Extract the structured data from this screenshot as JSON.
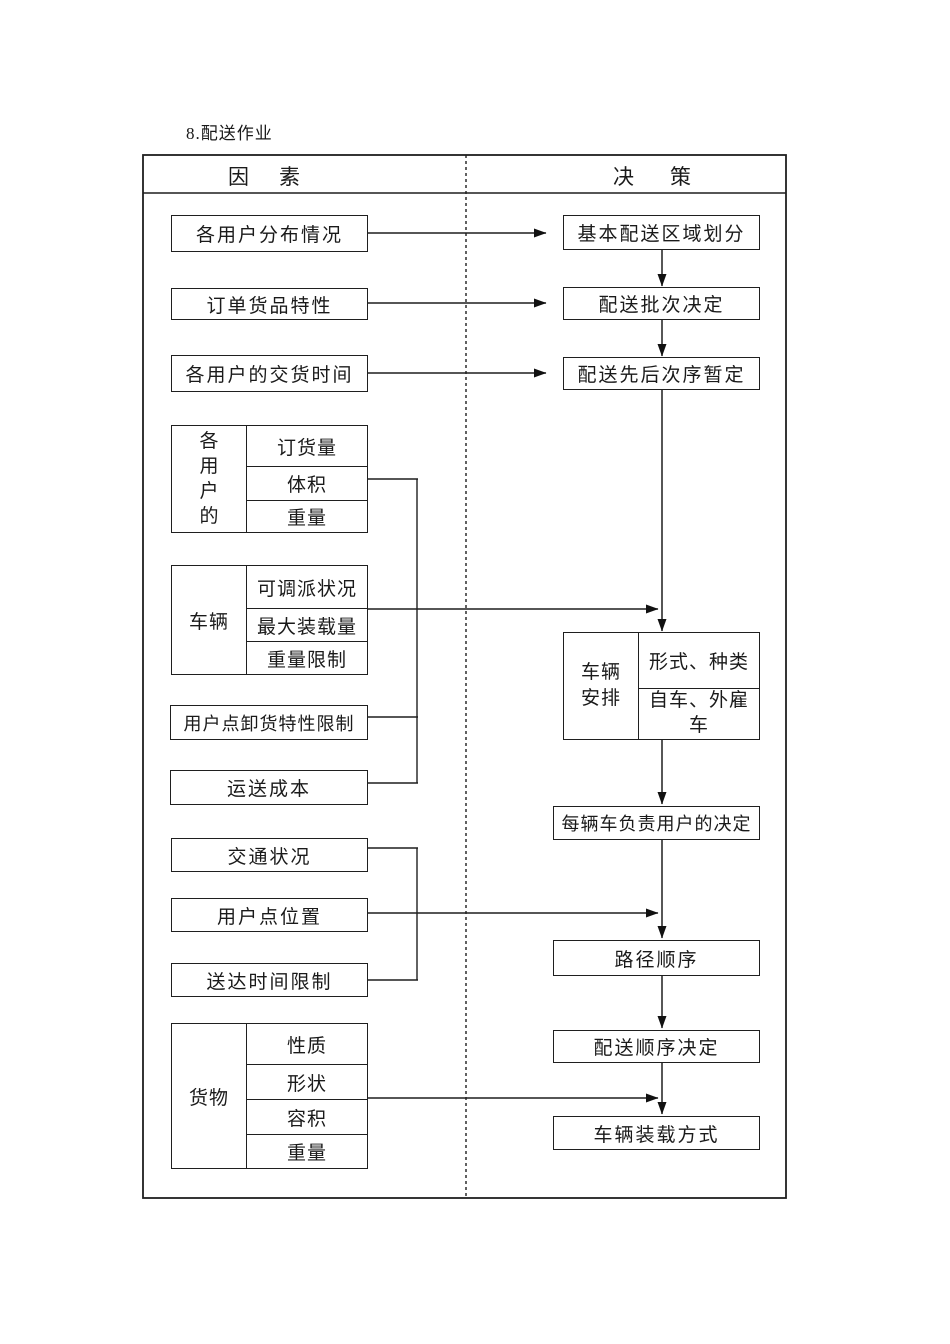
{
  "page": {
    "title": "8.配送作业"
  },
  "header": {
    "factors_label": "因素",
    "decisions_label": "决策"
  },
  "colors": {
    "line": "#1f1f1f",
    "background": "#ffffff"
  },
  "factors": {
    "user_distribution": "各用户分布情况",
    "order_goods_traits": "订单货品特性",
    "user_delivery_times": "各用户的交货时间",
    "per_user_group": {
      "label": "各用户的",
      "rows": [
        "订货量",
        "体积",
        "重量"
      ]
    },
    "vehicle_group": {
      "label": "车辆",
      "rows": [
        "可调派状况",
        "最大装载量",
        "重量限制"
      ]
    },
    "unloading_trait_limit": "用户点卸货特性限制",
    "transport_cost": "运送成本",
    "traffic_condition": "交通状况",
    "user_point_location": "用户点位置",
    "arrival_time_limit": "送达时间限制",
    "goods_group": {
      "label": "货物",
      "rows": [
        "性质",
        "形状",
        "容积",
        "重量"
      ]
    }
  },
  "decisions": {
    "basic_area_division": "基本配送区域划分",
    "batch_decision": "配送批次决定",
    "order_tentative": "配送先后次序暂定",
    "vehicle_arrangement": {
      "label": "车辆安排",
      "rows": [
        "形式、种类",
        "自车、外雇车"
      ]
    },
    "per_vehicle_user_decision": "每辆车负责用户的决定",
    "route_order": "路径顺序",
    "delivery_order_decision": "配送顺序决定",
    "loading_method": "车辆装载方式"
  }
}
